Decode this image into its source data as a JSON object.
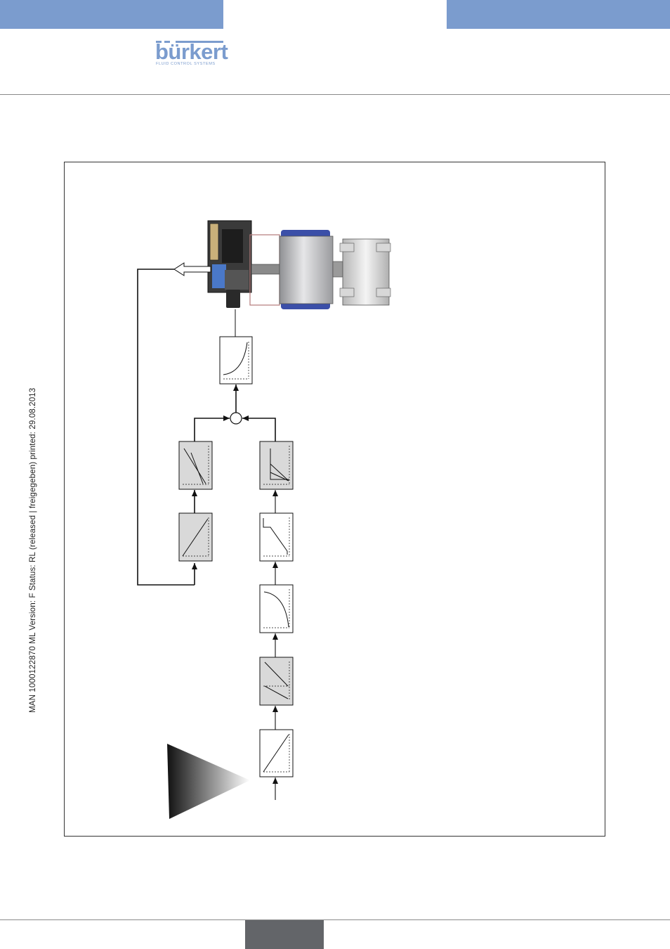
{
  "header": {
    "band_color": "#7b9cce",
    "logo": {
      "wordmark": "bürkert",
      "tagline": "FLUID CONTROL SYSTEMS",
      "color": "#7b9cce"
    }
  },
  "side_note": "MAN  1000122870  ML  Version: F  Status: RL (released | freigegeben)  printed: 29.08.2013",
  "footer": {
    "page_tab_color": "#636569"
  },
  "diagram": {
    "box_fill_white": "#ffffff",
    "box_fill_gray": "#d9d9d9",
    "actuator_color": "#3b4fa8",
    "valve_color": "#cfcfcf"
  }
}
